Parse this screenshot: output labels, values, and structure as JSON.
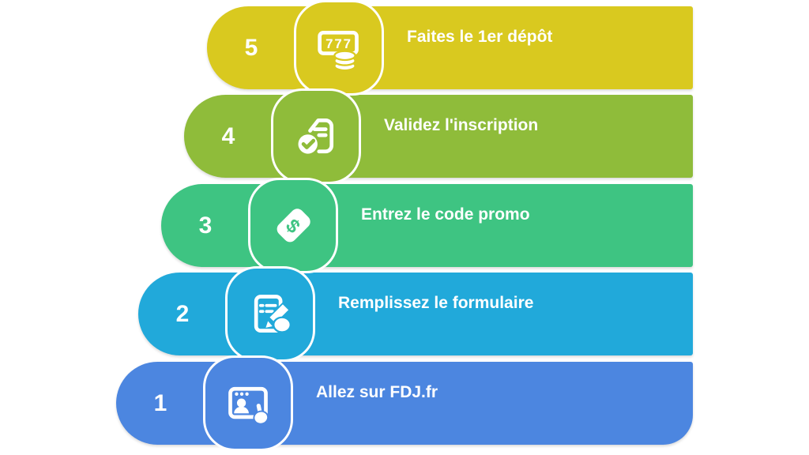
{
  "background_color": "#ffffff",
  "outline_color": "#ffffff",
  "steps": [
    {
      "number": "1",
      "label": "Allez sur FDJ.fr",
      "color": "#4c86e0",
      "icon": "browser-visit-icon"
    },
    {
      "number": "2",
      "label": "Remplissez le formulaire",
      "color": "#21a9da",
      "icon": "form-fill-icon"
    },
    {
      "number": "3",
      "label": "Entrez le code promo",
      "color": "#3ec482",
      "icon": "promo-tag-icon"
    },
    {
      "number": "4",
      "label": "Validez l'inscription",
      "color": "#8fbc3a",
      "icon": "document-check-icon"
    },
    {
      "number": "5",
      "label": "Faites le 1er dépôt",
      "color": "#d9c91f",
      "icon": "slot-coins-icon"
    },
    {
      "slot_display_text": "777"
    }
  ]
}
